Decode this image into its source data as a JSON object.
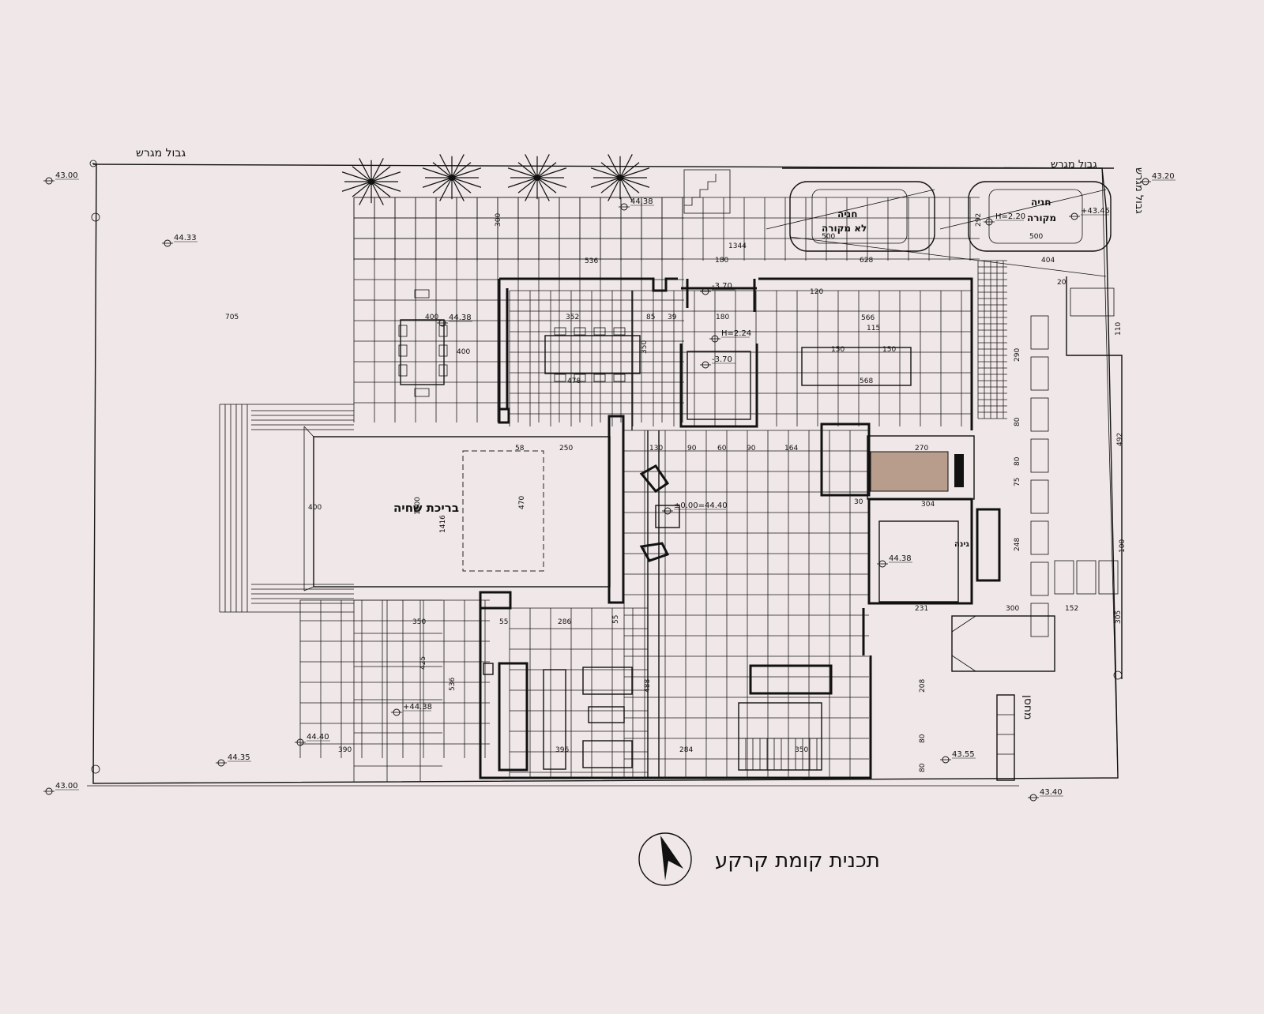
{
  "drawing": {
    "title": "תכנית קומת קרקע",
    "boundary_labels": [
      "גבול מגרש",
      "גבול מגרש",
      "גבול מגרש"
    ],
    "pool_label": "בריכת שחיה",
    "parking": {
      "uncovered_line1": "חניה",
      "uncovered_line2": "לא מקורה",
      "covered_line1": "חניה",
      "covered_line2": "מקורה"
    },
    "side_label": "מחסן",
    "garden_label": "גינה",
    "north_mark": "צ",
    "levels": [
      "43.00",
      "43.00",
      "44.33",
      "44.38",
      "43.20",
      "+43.45",
      "44.38",
      "44.38",
      "+44.38",
      "44.35",
      "44.40",
      "43.55",
      "43.40",
      "±0.00=44.40",
      "-3.70",
      "-3.70",
      "H=2.24",
      "H=2.20"
    ],
    "dimensions": [
      "1344",
      "536",
      "180",
      "628",
      "404",
      "705",
      "400",
      "352",
      "85",
      "39",
      "180",
      "120",
      "566",
      "115",
      "150",
      "150",
      "568",
      "478",
      "350",
      "400",
      "58",
      "250",
      "130",
      "90",
      "60",
      "90",
      "164",
      "270",
      "304",
      "1600",
      "1416",
      "470",
      "400",
      "350",
      "55",
      "286",
      "55",
      "425",
      "536",
      "488",
      "390",
      "396",
      "284",
      "350",
      "231",
      "300",
      "152",
      "290",
      "80",
      "80",
      "75",
      "248",
      "492",
      "100",
      "305",
      "208",
      "80",
      "80",
      "110",
      "500",
      "500",
      "292",
      "300",
      "30",
      "20"
    ]
  }
}
